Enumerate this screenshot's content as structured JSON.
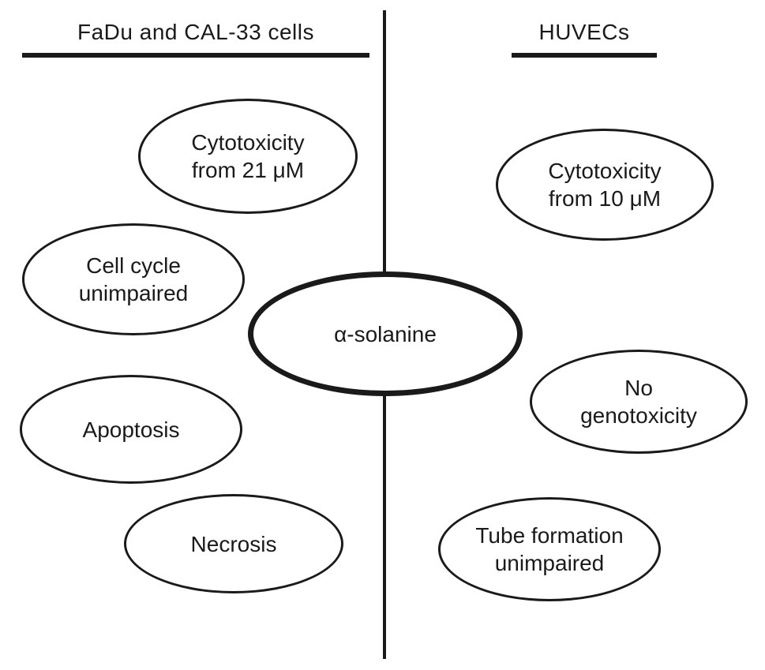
{
  "diagram": {
    "center": {
      "label": "α-solanine"
    },
    "left": {
      "header": "FaDu and CAL-33 cells",
      "nodes": [
        {
          "label": "Cytotoxicity\nfrom 21 μM"
        },
        {
          "label": "Cell cycle\nunimpaired"
        },
        {
          "label": "Apoptosis"
        },
        {
          "label": "Necrosis"
        }
      ]
    },
    "right": {
      "header": "HUVECs",
      "nodes": [
        {
          "label": "Cytotoxicity\nfrom 10 μM"
        },
        {
          "label": "No\ngenotoxicity"
        },
        {
          "label": "Tube formation\nunimpaired"
        }
      ]
    },
    "colors": {
      "ink": "#1a1a1a",
      "background": "#ffffff"
    }
  }
}
